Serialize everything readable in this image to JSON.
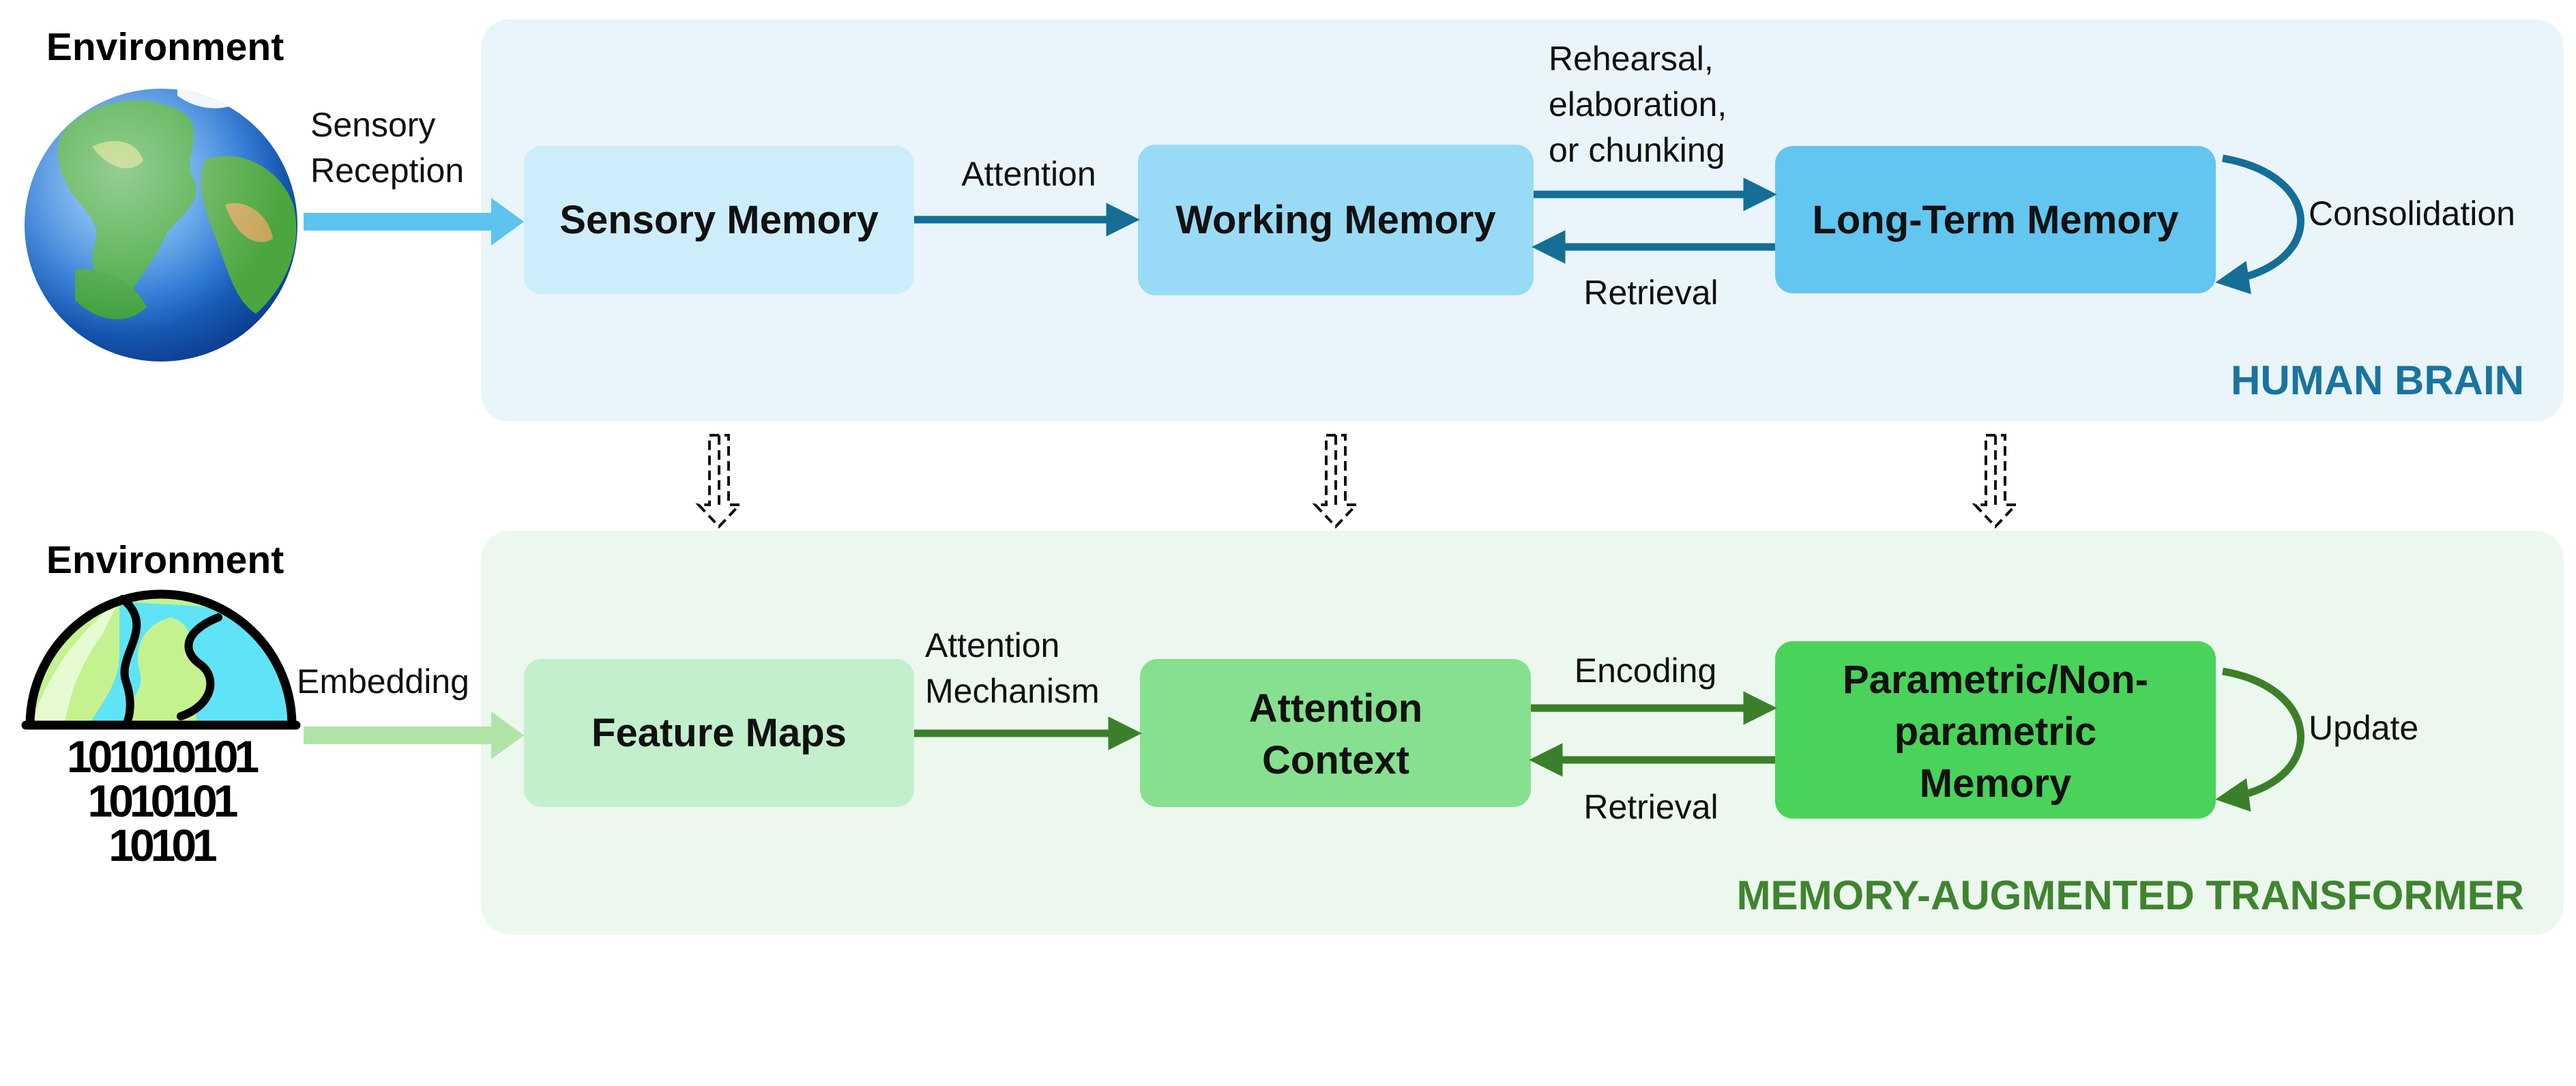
{
  "colors": {
    "human_panel": "#eaf5fb",
    "transformer_panel": "#ecf8ee",
    "human_label": "#1874a1",
    "transformer_label": "#3f842f",
    "human_arrow": "#146e96",
    "transformer_arrow": "#3c7f2a",
    "sensory_memory": "#cdedfb",
    "working_memory": "#99dbf6",
    "long_term_memory": "#62c6f0",
    "feature_maps": "#c3efcc",
    "attention_context": "#86e08f",
    "parametric_memory": "#49d35a",
    "input_arrow_top": "#5ec3ee",
    "input_arrow_bottom": "#b2e3a6"
  },
  "top": {
    "environment_title": "Environment",
    "environment_icon": "earth-globe-icon",
    "input_label": [
      "Sensory",
      "Reception"
    ],
    "panel_label": "HUMAN BRAIN",
    "nodes": {
      "sensory": "Sensory Memory",
      "working": "Working Memory",
      "long_term": "Long-Term Memory"
    },
    "edges": {
      "attention": "Attention",
      "rehearsal": [
        "Rehearsal,",
        "elaboration,",
        "or chunking"
      ],
      "retrieval": "Retrieval",
      "consolidation": "Consolidation"
    }
  },
  "bottom": {
    "environment_title": "Environment",
    "environment_icon": "binary-globe-icon",
    "binary_lines": [
      "101010101",
      "1010101",
      "10101"
    ],
    "input_label": "Embedding",
    "panel_label": "MEMORY-AUGMENTED TRANSFORMER",
    "nodes": {
      "feature_maps": "Feature Maps",
      "attention_context": [
        "Attention",
        "Context"
      ],
      "parametric": [
        "Parametric/Non-",
        "parametric",
        "Memory"
      ]
    },
    "edges": {
      "attention_mechanism": [
        "Attention",
        "Mechanism"
      ],
      "encoding": "Encoding",
      "retrieval": "Retrieval",
      "update": "Update"
    }
  }
}
